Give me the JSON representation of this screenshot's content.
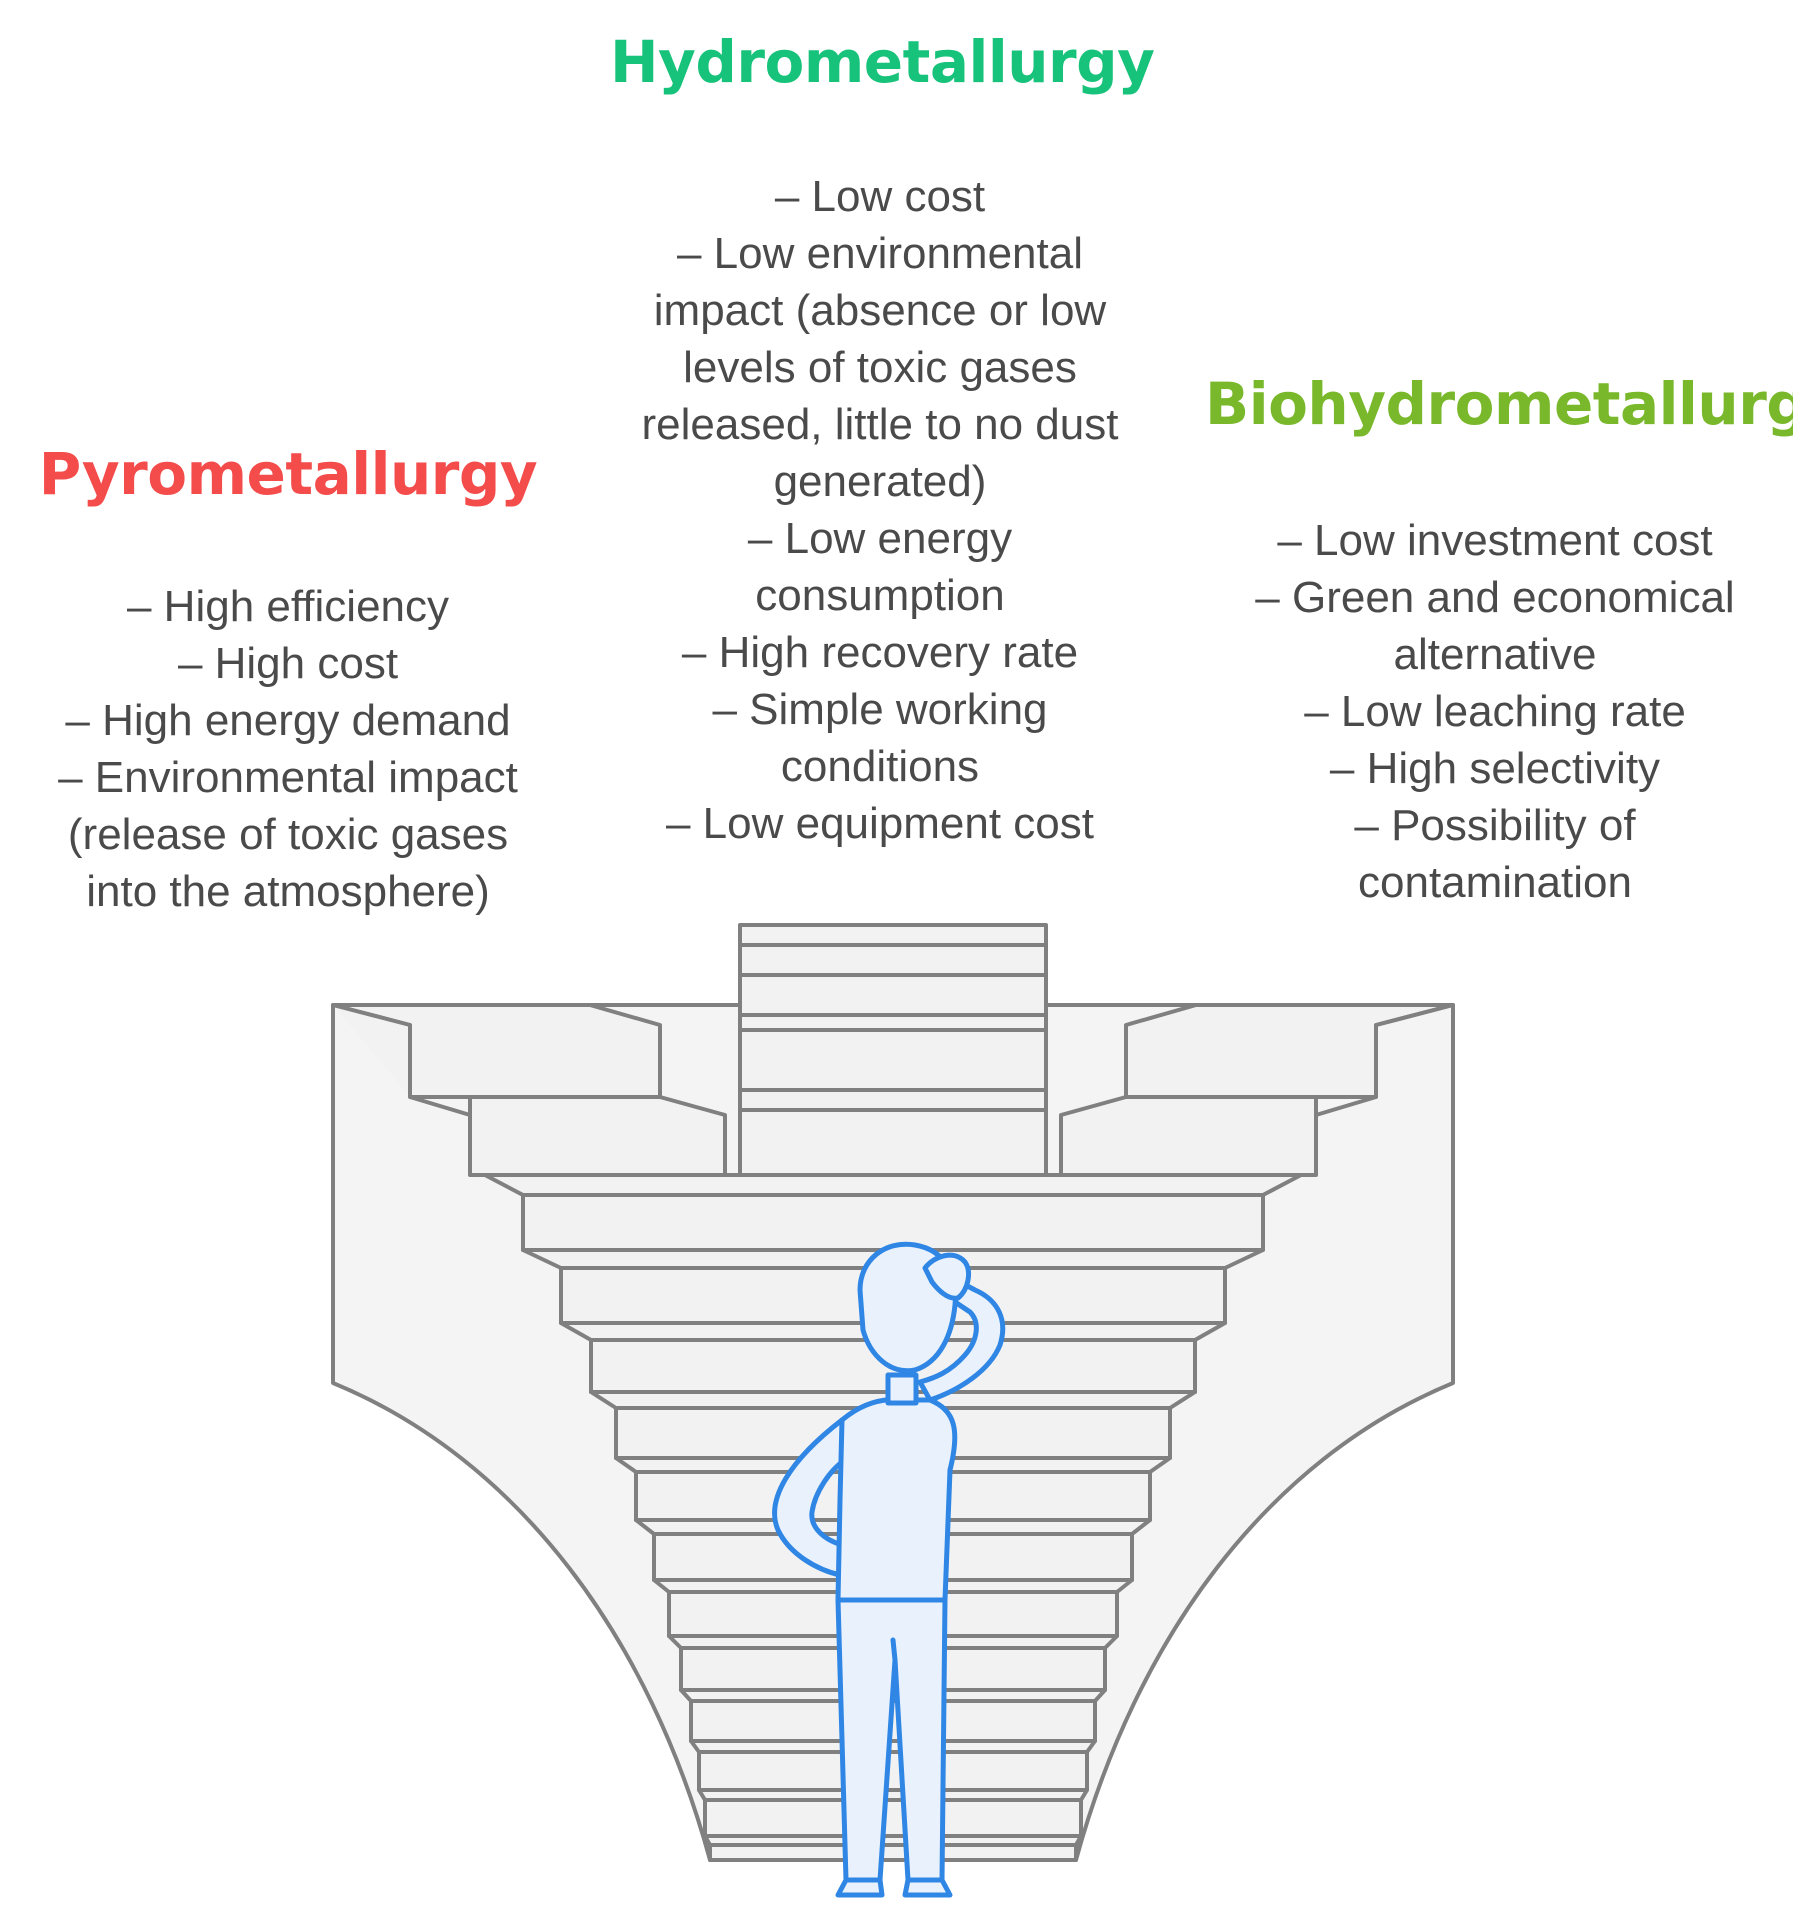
{
  "colors": {
    "pyro": "#f44b4b",
    "hydro": "#17c27a",
    "bio": "#78b82a",
    "text": "#4a4a4a"
  },
  "columns": {
    "pyro": {
      "title": "Pyrometallurgy",
      "items": [
        "– High efficiency",
        "– High cost",
        "– High energy demand",
        "– Environmental impact",
        "(release of toxic gases",
        "into the atmosphere)"
      ]
    },
    "hydro": {
      "title": "Hydrometallurgy",
      "items": [
        "– Low cost",
        "– Low environmental",
        "impact (absence or low",
        "levels of toxic gases",
        "released, little to no dust",
        "generated)",
        "– Low energy",
        "consumption",
        "– High recovery rate",
        "– Simple working",
        "conditions",
        "– Low equipment cost"
      ]
    },
    "bio": {
      "title": "Biohydrometallurgy",
      "items": [
        "– Low investment cost",
        "– Green and economical",
        "alternative",
        "– Low leaching rate",
        "– High selectivity",
        "– Possibility of",
        "contamination"
      ]
    }
  },
  "illustration": {
    "icons": [
      "staircase-icon",
      "thinking-person-icon"
    ]
  }
}
